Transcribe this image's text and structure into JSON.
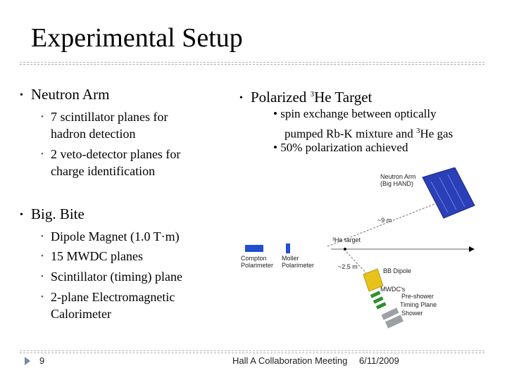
{
  "title": "Experimental Setup",
  "left": {
    "neutron_arm": {
      "heading": "Neutron Arm",
      "items": [
        {
          "line1": "7 scintillator planes for",
          "line2": "hadron detection"
        },
        {
          "line1": "2 veto-detector planes for",
          "line2": "charge identification"
        }
      ]
    },
    "bigbite": {
      "heading": "Big. Bite",
      "items": [
        {
          "line1": "Dipole Magnet (1.0 T·m)",
          "line2": ""
        },
        {
          "line1": "15 MWDC planes",
          "line2": ""
        },
        {
          "line1": "Scintillator (timing) plane",
          "line2": ""
        },
        {
          "line1": "2-plane Electromagnetic",
          "line2": "Calorimeter"
        }
      ]
    }
  },
  "right": {
    "heading_pre": "Polarized ",
    "heading_sup": "3",
    "heading_post": "He Target",
    "item1_line1": "spin exchange between optically",
    "item1_line2_pre": "pumped Rb-K mixture and ",
    "item1_line2_sup": "3",
    "item1_line2_post": "He gas",
    "item2": "50% polarization achieved"
  },
  "diagram": {
    "neutron_arm_label_1": "Neutron Arm",
    "neutron_arm_label_2": "(Big HAND)",
    "distance_9m": "~9 m",
    "target_label": "³He target",
    "compton_label_1": "Compton",
    "compton_label_2": "Polarimeter",
    "moller_label_1": "Moller",
    "moller_label_2": "Polarimeter",
    "distance_25m": "~2.5 m",
    "bb_dipole": "BB Dipole",
    "mwdcs": "MWDC's",
    "preshower": "Pre-shower",
    "timing_plane": "Timing Plane",
    "shower": "Shower"
  },
  "footer": {
    "page_number": "9",
    "meeting": "Hall A Collaboration Meeting",
    "date": "6/11/2009"
  },
  "colors": {
    "neutron_arm": "#2a3fb8",
    "polarimeter": "#1f4fd0",
    "dipole": "#e8c21a",
    "mwdc": "#2f8f2f",
    "shower": "#9aa0a6"
  }
}
